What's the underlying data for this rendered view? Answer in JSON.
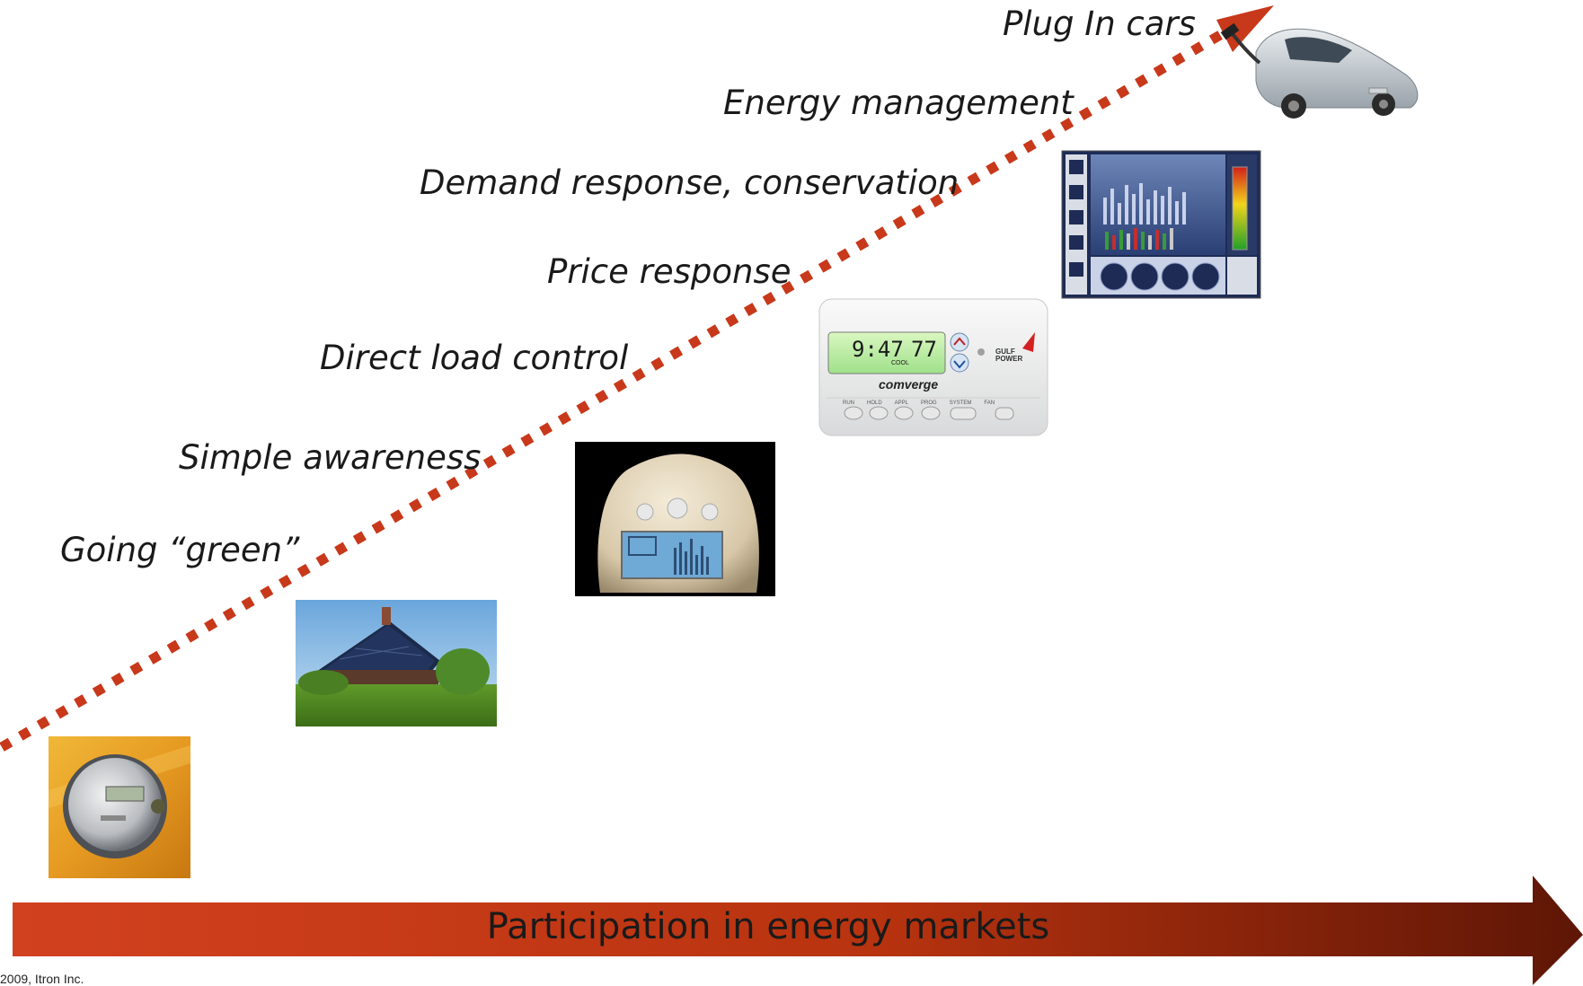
{
  "diagram": {
    "steps": [
      {
        "label": "Going “green”"
      },
      {
        "label": "Simple awareness"
      },
      {
        "label": "Direct load control"
      },
      {
        "label": "Price response"
      },
      {
        "label": "Demand response, conservation"
      },
      {
        "label": "Energy management"
      },
      {
        "label": "Plug In cars"
      }
    ],
    "banner": {
      "text": "Participation in energy markets"
    },
    "footer": {
      "copyright": "2009, Itron Inc."
    },
    "thermostat": {
      "time": "9:47",
      "temp": "77",
      "mode": "COOL",
      "brand": "comverge",
      "utility": "GULF POWER",
      "buttons": [
        "RUN",
        "HOLD",
        "APPL",
        "PROG",
        "SYSTEM",
        "FAN"
      ]
    },
    "colors": {
      "arrow": "#c8381a",
      "banner_start": "#d04020",
      "banner_end": "#6a1808"
    }
  }
}
